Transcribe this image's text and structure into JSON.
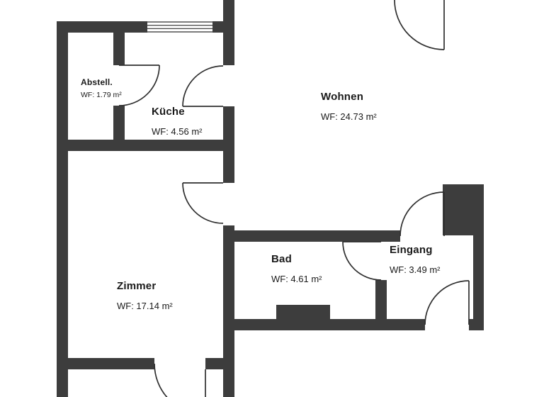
{
  "colors": {
    "wall": "#3d3d3d",
    "line": "#2f2f2f",
    "text": "#1a1a1a",
    "background": "#ffffff"
  },
  "rooms": [
    {
      "id": "abstell",
      "name": "Abstell.",
      "area_label": "WF: 1.79 m²"
    },
    {
      "id": "kueche",
      "name": "Küche",
      "area_label": "WF: 4.56 m²"
    },
    {
      "id": "wohnen",
      "name": "Wohnen",
      "area_label": "WF: 24.73 m²"
    },
    {
      "id": "zimmer",
      "name": "Zimmer",
      "area_label": "WF: 17.14 m²"
    },
    {
      "id": "bad",
      "name": "Bad",
      "area_label": "WF: 4.61 m²"
    },
    {
      "id": "eingang",
      "name": "Eingang",
      "area_label": "WF: 3.49 m²"
    }
  ]
}
